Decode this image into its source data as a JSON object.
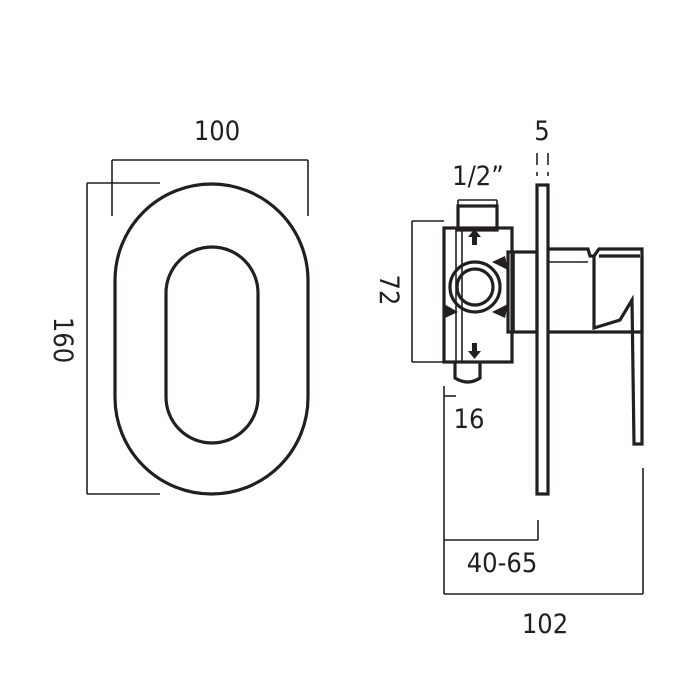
{
  "diagram": {
    "front_view": {
      "width_label": "100",
      "height_label": "160"
    },
    "side_view": {
      "plate_thickness_label": "5",
      "inlet_label": "1/2”",
      "body_height_label": "72",
      "outlet_depth_label": "16",
      "install_depth_label": "40-65",
      "total_depth_label": "102"
    },
    "line_color": "#231f20"
  }
}
